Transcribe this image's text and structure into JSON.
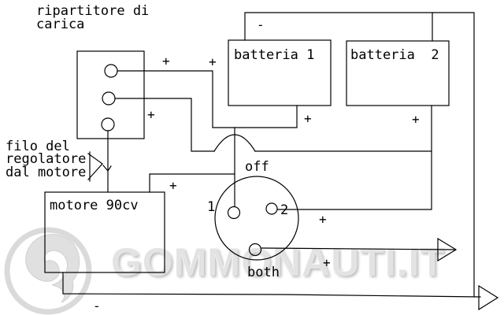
{
  "page": {
    "background": "#ffffff",
    "line_color": "#000000",
    "watermark_color": "#e3e3e3"
  },
  "diagram": {
    "charge_splitter": {
      "label_line1": "ripartitore di",
      "label_line2": "carica"
    },
    "battery1": {
      "label": "batteria 1"
    },
    "battery2": {
      "label": "batteria  2"
    },
    "motor": {
      "label": "motore 90cv"
    },
    "regulator_note": {
      "line1": "filo del",
      "line2": "regolatore",
      "line3": "dal motore"
    },
    "switch": {
      "off_label": "off",
      "pos1_label": "1",
      "pos2_label": "2",
      "both_label": "both"
    },
    "symbols": {
      "plus": "+",
      "minus": "-"
    }
  },
  "watermark": {
    "text": "GOMMONAUTI.IT"
  }
}
